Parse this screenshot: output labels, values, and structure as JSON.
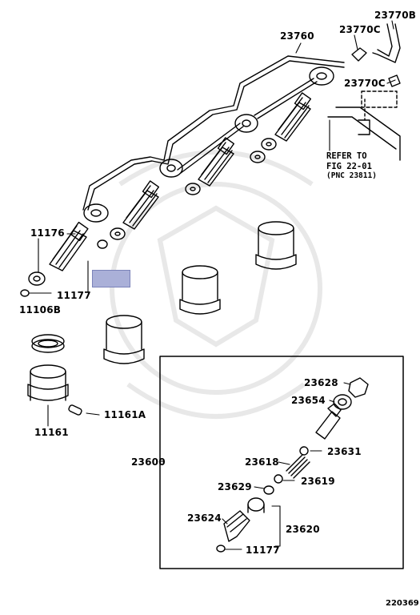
{
  "labels": {
    "p23770b": "23770B",
    "p23770c_top": "23770C",
    "p23760": "23760",
    "p23770c_mid": "23770C",
    "p11176": "11176",
    "p11177_upper": "11177",
    "p11106b": "11106B",
    "p11161a": "11161A",
    "p11161": "11161",
    "p23628": "23628",
    "p23654": "23654",
    "p23631": "23631",
    "p23600": "23600",
    "p23618": "23618",
    "p23629": "23629",
    "p23619": "23619",
    "p23624": "23624",
    "p23620": "23620",
    "p11177_lower": "11177"
  },
  "refer_note": {
    "line1": "REFER TO",
    "line2": "FIG 22-01",
    "line3": "(PNC 23811)"
  },
  "figure_number": "220369",
  "colors": {
    "line": "#000000",
    "watermark": "#e6e6e6",
    "redaction": "#aab0d8"
  }
}
